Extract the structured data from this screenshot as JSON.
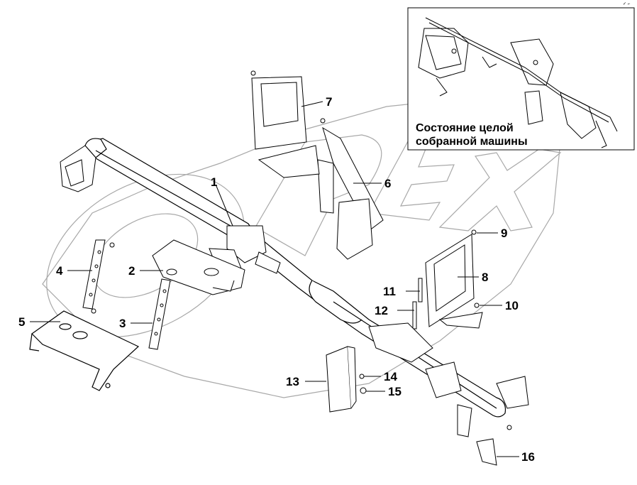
{
  "inset": {
    "caption_line1": "Состояние целой",
    "caption_line2": "собранной машины"
  },
  "corner_mark": "✓ ⌐",
  "watermark": "OPEX",
  "callouts": [
    {
      "id": "1",
      "label": "1"
    },
    {
      "id": "2",
      "label": "2"
    },
    {
      "id": "3",
      "label": "3"
    },
    {
      "id": "4",
      "label": "4"
    },
    {
      "id": "5",
      "label": "5"
    },
    {
      "id": "6",
      "label": "6"
    },
    {
      "id": "7",
      "label": "7"
    },
    {
      "id": "8",
      "label": "8"
    },
    {
      "id": "9",
      "label": "9"
    },
    {
      "id": "10",
      "label": "10"
    },
    {
      "id": "11",
      "label": "11"
    },
    {
      "id": "12",
      "label": "12"
    },
    {
      "id": "13",
      "label": "13"
    },
    {
      "id": "14",
      "label": "14"
    },
    {
      "id": "15",
      "label": "15"
    },
    {
      "id": "16",
      "label": "16"
    }
  ]
}
